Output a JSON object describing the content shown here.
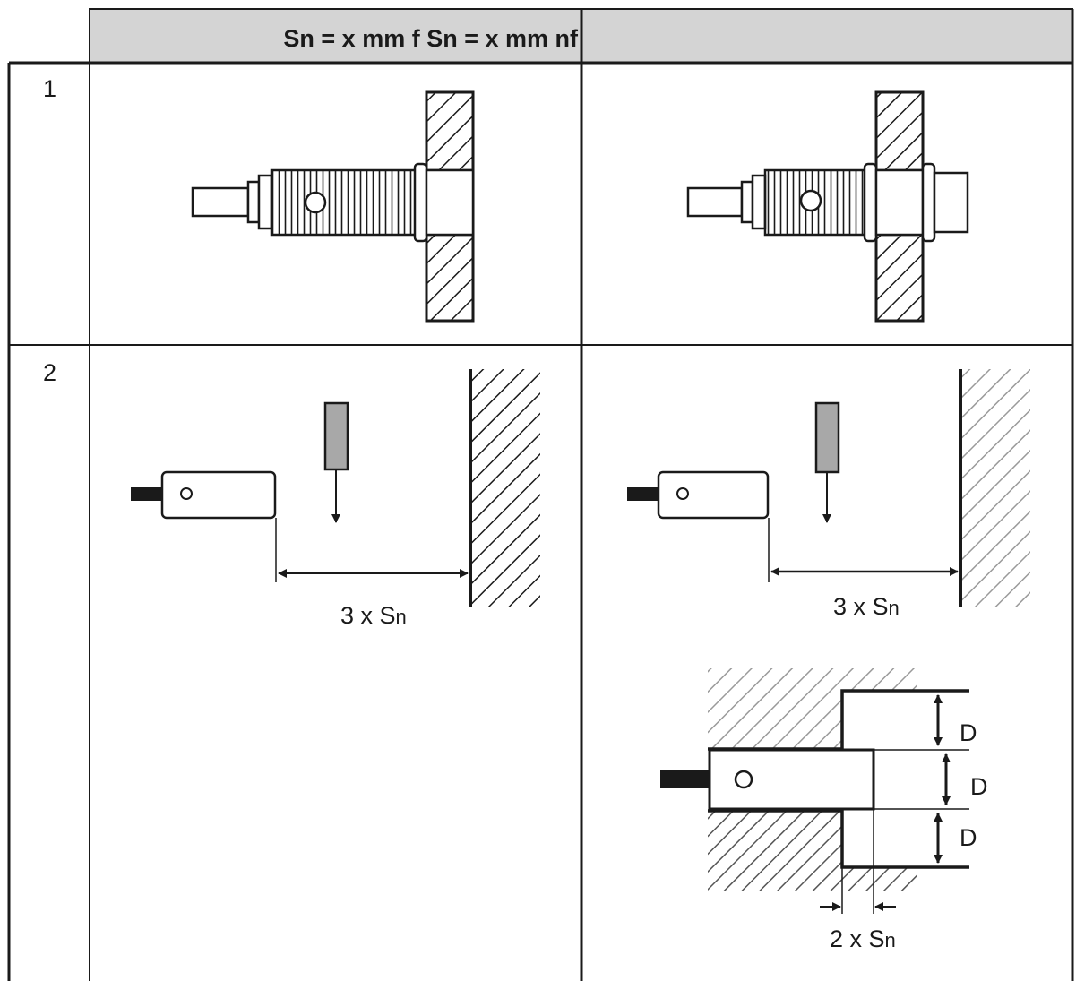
{
  "header": {
    "col1": "Sn = x mm f Sn = x mm nf",
    "col2": ""
  },
  "rows": [
    {
      "number": "1"
    },
    {
      "number": "2"
    }
  ],
  "labels": {
    "distance_3sn_main": "3 x S",
    "distance_3sn_sub": "n",
    "distance_2sn_main": "2 x S",
    "distance_2sn_sub": "n",
    "d": "D"
  },
  "colors": {
    "header_fill": "#d4d4d4",
    "line": "#1a1a1a",
    "target_fill": "#a8a8a8"
  }
}
